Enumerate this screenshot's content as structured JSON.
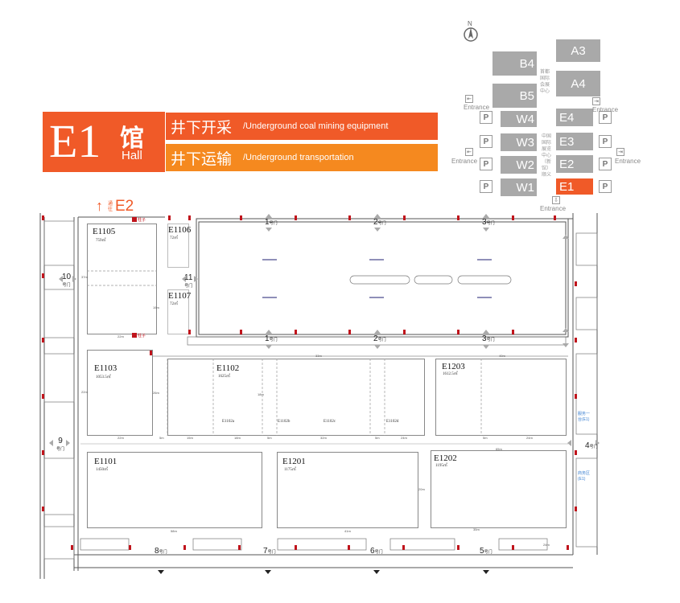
{
  "hall": {
    "code": "E1",
    "name_cn": "馆",
    "name_en": "Hall",
    "categories": [
      {
        "cn": "井下开采",
        "en": "/Underground coal mining equipment"
      },
      {
        "cn": "井下运输",
        "en": "/Underground transportation"
      }
    ],
    "next_hall": {
      "arrow": "↑",
      "label_cn": "通往",
      "code": "E2"
    }
  },
  "site_map": {
    "north": "N",
    "blocks": [
      "A3",
      "A4",
      "B4",
      "B5",
      "W4",
      "W3",
      "W2",
      "W1",
      "E4",
      "E3",
      "E2",
      "E1"
    ],
    "highlight": "E1",
    "center_label": "首都国际会展中心",
    "center2_label": "中国国际展览中心（新馆）顺义",
    "parking": "P",
    "entrance_labels": [
      "Entrance",
      "Entrance",
      "Entrance",
      "Entrance",
      "Entrance"
    ]
  },
  "booths": [
    {
      "code": "E1105",
      "area": "759㎡"
    },
    {
      "code": "E1106",
      "area": "72㎡"
    },
    {
      "code": "E1107",
      "area": "72㎡"
    },
    {
      "code": "E1103",
      "area": "1053.5㎡"
    },
    {
      "code": "E1102",
      "area": "1625㎡"
    },
    {
      "code": "E1203",
      "area": "1612.5㎡"
    },
    {
      "code": "E1101",
      "area": "1450㎡"
    },
    {
      "code": "E1201",
      "area": "1175㎡"
    },
    {
      "code": "E1202",
      "area": "1195㎡"
    }
  ],
  "sub_booths": [
    "E1102a",
    "E1102b",
    "E1102c",
    "E1102d"
  ],
  "gates": [
    "1",
    "2",
    "3",
    "1",
    "2",
    "3",
    "4",
    "5",
    "6",
    "7",
    "8",
    "9",
    "10",
    "11"
  ],
  "gate_suffix": "号门",
  "pillar_label": "柱子",
  "facilities": [
    "服务一台(E1)",
    "商务区(E1)"
  ],
  "dims": [
    "33m",
    "22m",
    "26m",
    "19m",
    "22m",
    "5m",
    "15m",
    "18m",
    "5m",
    "32m",
    "5m",
    "24m",
    "5m",
    "24m",
    "58m",
    "41m",
    "35m",
    "24m",
    "65m",
    "40m",
    "22m",
    "37m",
    "20m",
    "18m"
  ]
}
